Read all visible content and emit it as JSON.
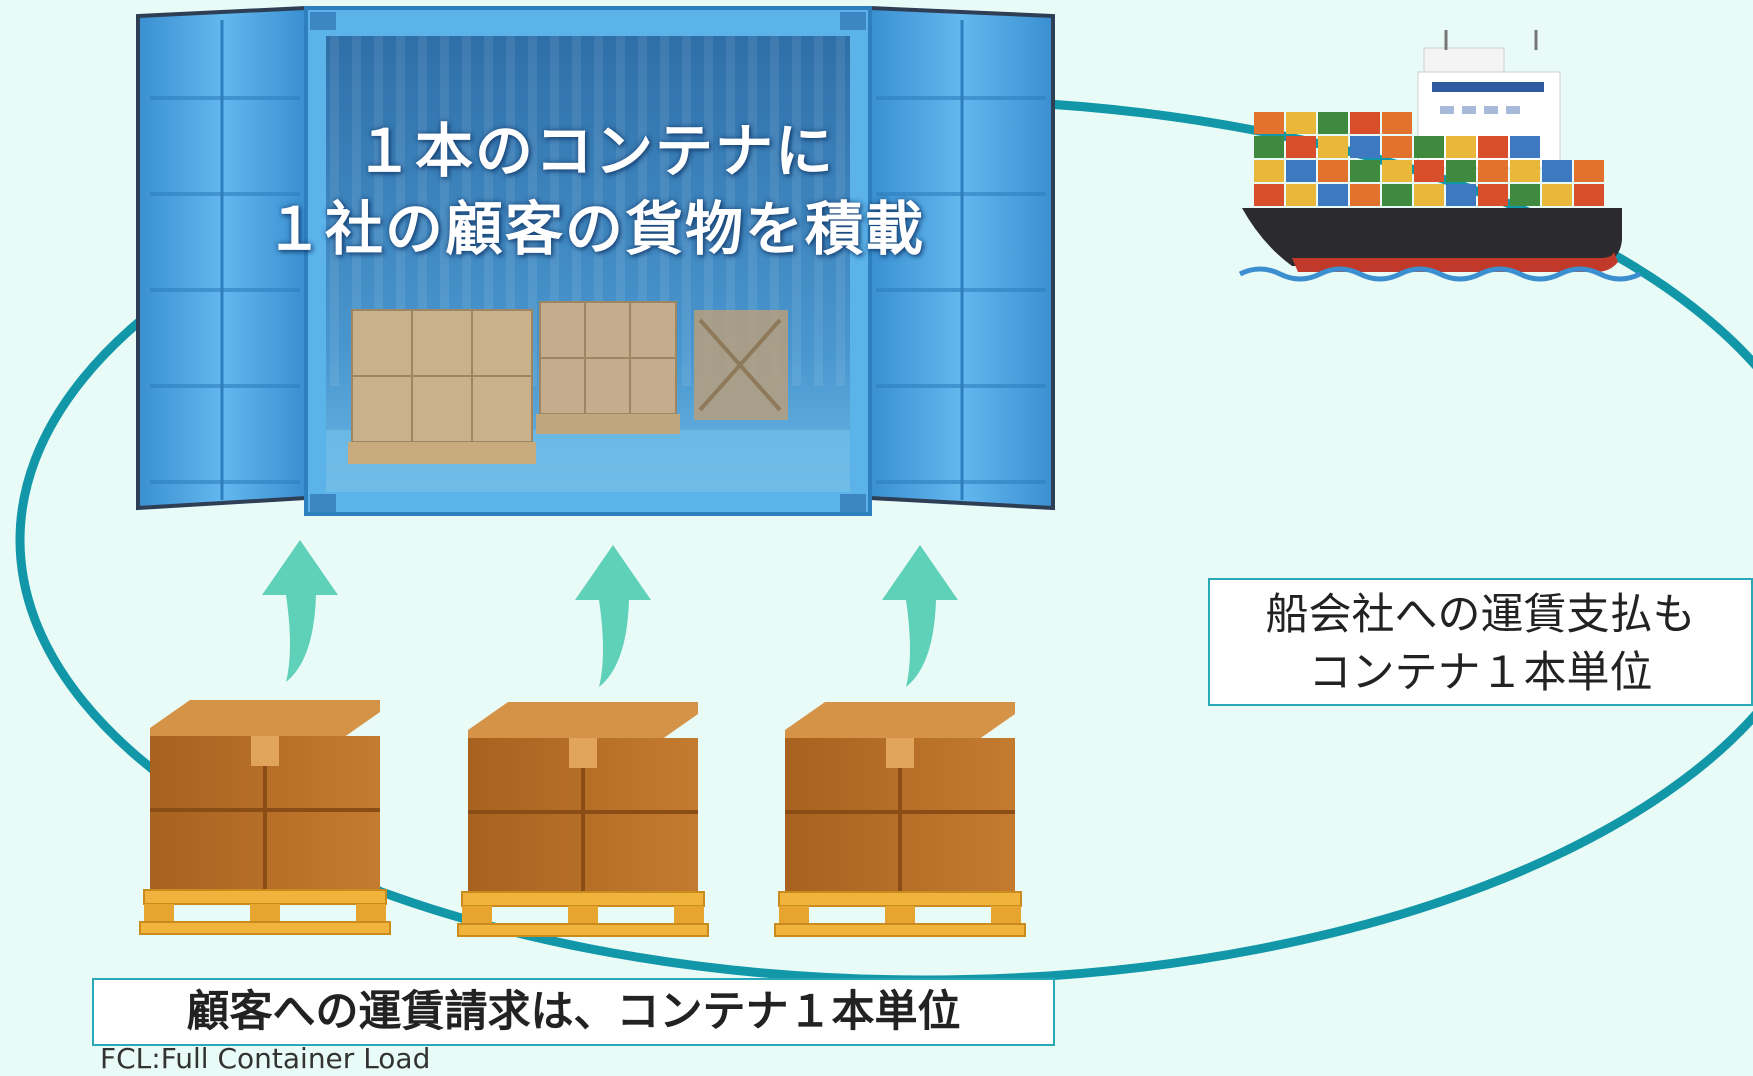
{
  "container": {
    "caption_line1": "１本のコンテナに",
    "caption_line2": "１社の顧客の貨物を積載"
  },
  "carrier_label": {
    "line1": "船会社への運賃支払も",
    "line2": "コンテナ１本単位"
  },
  "customer_label": "顧客への運賃請求は、コンテナ１本単位",
  "footnote": "FCL:Full Container Load",
  "colors": {
    "background": "#e9fbf7",
    "loop": "#1297a8",
    "arrow": "#5fd1b8",
    "container": "#4fa8e0",
    "box_brown": "#b7702c",
    "pallet": "#f0b43c"
  },
  "icons": [
    "shipping-container-icon",
    "container-ship-icon",
    "pallet-box-icon",
    "up-arrow-icon"
  ]
}
